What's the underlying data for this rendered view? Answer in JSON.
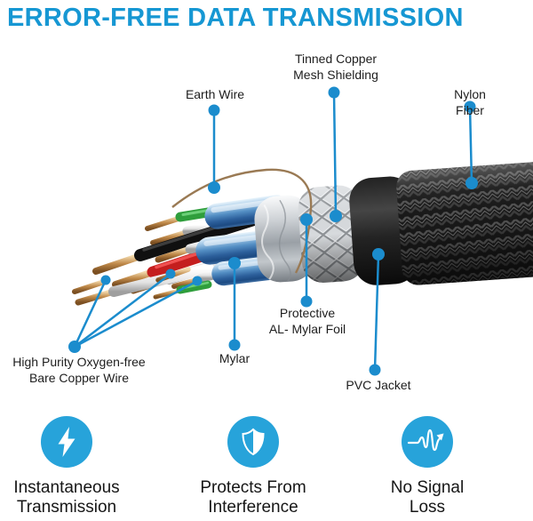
{
  "header": {
    "title": "ERROR-FREE DATA TRANSMISSION"
  },
  "diagram": {
    "labels": {
      "earth_wire": "Earth Wire",
      "mesh_shielding": "Tinned Copper\nMesh Shielding",
      "nylon_fiber": "Nylon Fiber",
      "copper_wire": "High Purity Oxygen-free\nBare Copper Wire",
      "mylar": "Mylar",
      "al_mylar_foil": "Protective\nAL- Mylar Foil",
      "pvc_jacket": "PVC Jacket"
    }
  },
  "features": [
    {
      "icon": "lightning-icon",
      "label": "Instantaneous\nTransmission"
    },
    {
      "icon": "shield-icon",
      "label": "Protects From\nInterference"
    },
    {
      "icon": "signal-wave-icon",
      "label": "No Signal\nLoss"
    }
  ],
  "colors": {
    "title_blue": "#1697d3",
    "leader_blue": "#1b8ccd",
    "icon_blue": "#27a3da"
  }
}
